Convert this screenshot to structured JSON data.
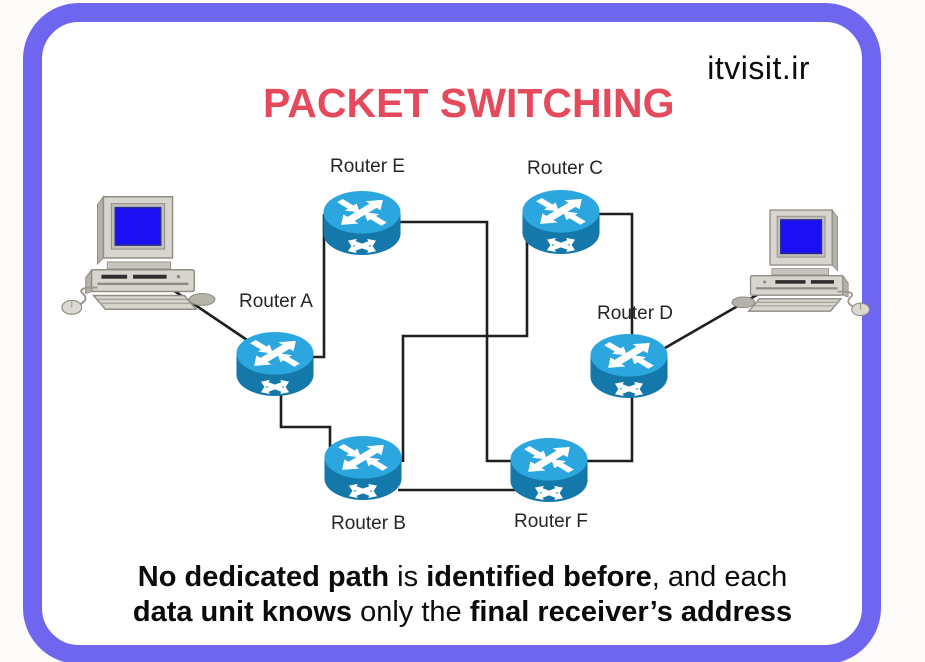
{
  "page": {
    "title": "PACKET SWITCHING",
    "watermark": "itvisit.ir"
  },
  "colors": {
    "border-purple": "#6f66f0",
    "title-red": "#e5495c",
    "router-top-blue": "#2ba6de",
    "router-side-blue": "#1478aa",
    "screen-blue": "#1c10f2",
    "link-line": "#1f1f1f"
  },
  "diagram": {
    "routers": [
      {
        "id": "router-e",
        "label": "Router E"
      },
      {
        "id": "router-c",
        "label": "Router C"
      },
      {
        "id": "router-a",
        "label": "Router A"
      },
      {
        "id": "router-d",
        "label": "Router D"
      },
      {
        "id": "router-b",
        "label": "Router B"
      },
      {
        "id": "router-f",
        "label": "Router F"
      }
    ],
    "computers": [
      {
        "id": "computer-left"
      },
      {
        "id": "computer-right"
      }
    ],
    "links": [
      {
        "from": "computer-left",
        "to": "router-a"
      },
      {
        "from": "router-a",
        "to": "router-e"
      },
      {
        "from": "router-a",
        "to": "router-b"
      },
      {
        "from": "router-e",
        "to": "router-f"
      },
      {
        "from": "router-c",
        "to": "router-b"
      },
      {
        "from": "router-c",
        "to": "router-d"
      },
      {
        "from": "router-b",
        "to": "router-f"
      },
      {
        "from": "router-f",
        "to": "router-d"
      },
      {
        "from": "router-d",
        "to": "computer-right"
      }
    ]
  },
  "caption": {
    "line1_bold1": "No dedicated path",
    "line1_reg1": " is ",
    "line1_bold2": "identified before",
    "line1_reg2": ", and each",
    "line2_bold1": "data unit knows",
    "line2_reg1": " only the ",
    "line2_bold2": "final receiver’s address"
  }
}
